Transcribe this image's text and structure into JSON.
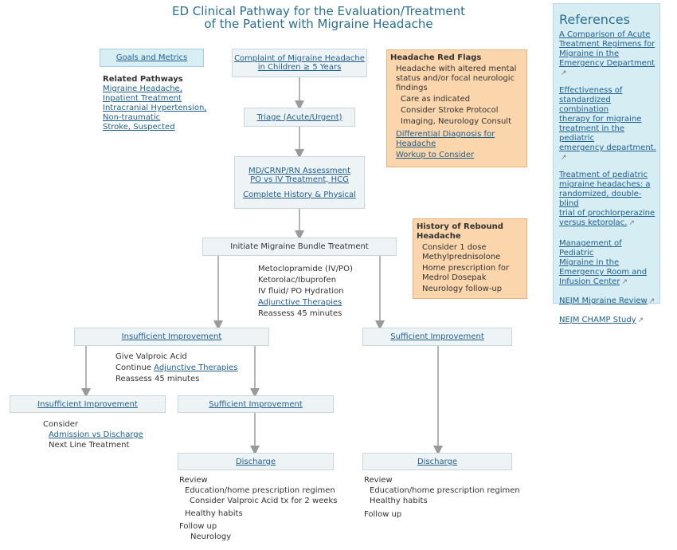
{
  "title_line1": "ED Clinical Pathway for the Evaluation/Treatment",
  "title_line2": "of the Patient with Migraine Headache",
  "goals": "Goals and Metrics",
  "related": {
    "heading": "Related Pathways",
    "l1": "Migraine Headache,",
    "l2": "Inpatient Treatment",
    "l3": "Intracranial Hypertension,",
    "l4": "Non-traumatic",
    "l5": "Stroke, Suspected"
  },
  "complaint": {
    "l1": "Complaint of Migraine Headache",
    "l2": "in Children ≥ 5 Years"
  },
  "triage": "Triage (Acute/Urgent)",
  "assessment": {
    "l1": "MD/CRNP/RN Assessment",
    "l2": "PO vs IV Treatment, HCG",
    "l3": "Complete History & Physical"
  },
  "bundle": "Initiate Migraine Bundle Treatment",
  "bundle_meds": {
    "m1": "Metoclopramide (IV/PO)",
    "m2": "Ketorolac/Ibuprofen",
    "m3": "IV fluid/ PO Hydration",
    "m4": "Adjunctive Therapies",
    "m5": "Reassess 45 minutes"
  },
  "insufficient1": "Insufficient Improvement",
  "sufficient1": "Sufficient Improvement",
  "step2": {
    "s1": "Give Valproic Acid",
    "s2a": "Continue",
    "s2b": "Adjunctive Therapies",
    "s3": "Reassess 45 minutes"
  },
  "insufficient2": "Insufficient Improvement",
  "sufficient2": "Sufficient Improvement",
  "consider": {
    "c1": "Consider",
    "c2": "Admission vs Discharge",
    "c3": "Next Line Treatment"
  },
  "discharge_left": "Discharge",
  "discharge_right": "Discharge",
  "review_left": {
    "r1": "Review",
    "r2": "Education/home prescription regimen",
    "r3": "Consider Valproic Acid tx for 2 weeks",
    "r4": "Healthy habits",
    "r5": "Follow up",
    "r6": "Neurology"
  },
  "review_right": {
    "r1": "Review",
    "r2": "Education/home prescription regimen",
    "r3": "Healthy habits",
    "r4": "Follow up"
  },
  "red_flags": {
    "title": "Headache Red Flags",
    "p1": "Headache with altered mental",
    "p2": "status and/or focal neurologic",
    "p3": "findings",
    "b1": "Care as indicated",
    "b2": "Consider Stroke Protocol",
    "b3": "Imaging, Neurology Consult",
    "l1": "Differential Diagnosis for",
    "l2": "Headache",
    "l3": "Workup to Consider"
  },
  "rebound": {
    "t1": "History of Rebound",
    "t2": "Headache",
    "i1": "Consider 1 dose",
    "i2": "Methylprednisolone",
    "i3": "Home prescription for",
    "i4": "Medrol Dosepak",
    "i5": "Neurology follow-up"
  },
  "references": {
    "heading": "References",
    "r1": [
      "A Comparison of Acute",
      "Treatment Regimens for",
      "Migraine in the",
      "Emergency Department"
    ],
    "r2": [
      "Effectiveness of",
      "standardized combination",
      "therapy for migraine",
      "treatment in the pediatric",
      "emergency department."
    ],
    "r3": [
      "Treatment of pediatric",
      "migraine headaches: a",
      "randomized, double-blind",
      "trial of prochlorperazine",
      "versus ketorolac."
    ],
    "r4": [
      "Management of Pediatric",
      "Migraine in the",
      "Emergency Room and",
      "Infusion Center"
    ],
    "r5": "NEJM Migraine Review",
    "r6": "NEJM CHAMP Study"
  },
  "colors": {
    "title": "#2b6f8c",
    "link": "#1f5f8b",
    "orange": "#fbd5ac",
    "refs_bg": "#d6edf4",
    "box_bg": "#eef3f6",
    "arrow": "#9a9a9a"
  }
}
